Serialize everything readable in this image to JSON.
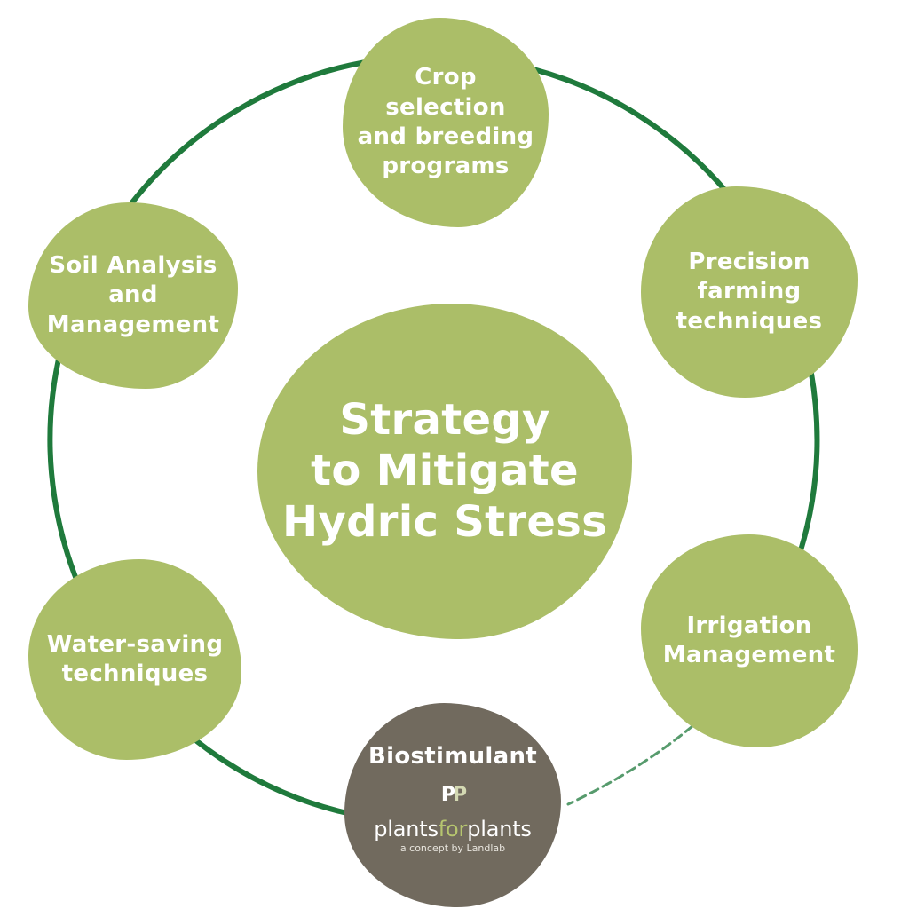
{
  "center": {
    "label": "Strategy\nto Mitigate\nHydric Stress"
  },
  "nodes": [
    {
      "id": "crop",
      "label": "Crop\nselection\nand breeding\nprograms"
    },
    {
      "id": "precision",
      "label": "Precision\nfarming\ntechniques"
    },
    {
      "id": "irrigation",
      "label": "Irrigation\nManagement"
    },
    {
      "id": "biostimulant",
      "label": "Biostimulant"
    },
    {
      "id": "water",
      "label": "Water-saving\ntechniques"
    },
    {
      "id": "soil",
      "label": "Soil Analysis\nand\nManagement"
    }
  ],
  "logo": {
    "mark_a": "P",
    "mark_b": "P",
    "brand_part1": "plants",
    "brand_accent": "for",
    "brand_part2": "plants",
    "tagline": "a concept by Landlab"
  },
  "colors": {
    "node_green": "#abbe68",
    "biostimulant_brown": "#716a5e",
    "ring_green": "#1f7a3c"
  }
}
